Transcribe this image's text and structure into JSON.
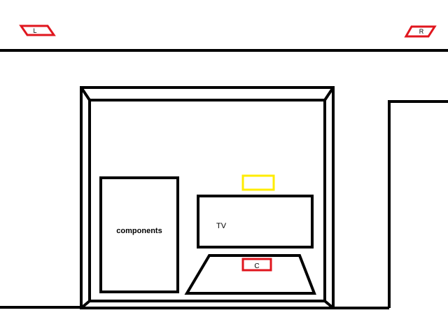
{
  "colors": {
    "line": "#000000",
    "speaker": "#e0161e",
    "highlight": "#ffec00",
    "background": "#ffffff"
  },
  "speakers": {
    "left": {
      "label": "L"
    },
    "right": {
      "label": "R"
    },
    "center": {
      "label": "C"
    }
  },
  "tv": {
    "label": "TV"
  },
  "components": {
    "label": "components"
  }
}
